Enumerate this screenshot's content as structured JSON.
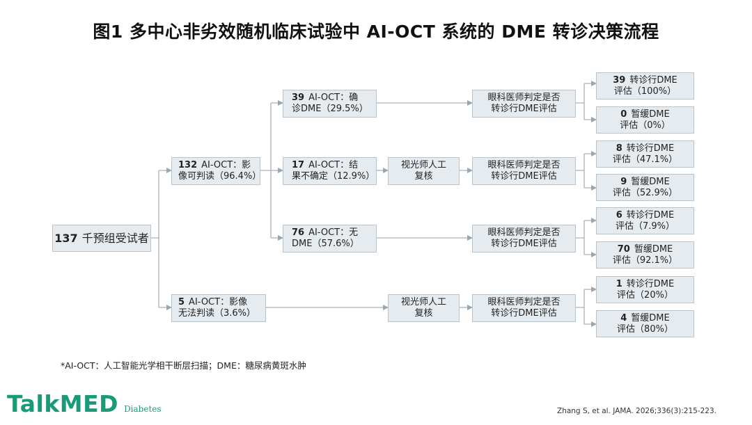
{
  "title": "图1 多中心非劣效随机临床试验中 AI-OCT 系统的 DME 转诊决策流程",
  "nodes": {
    "root": {
      "num": "137",
      "text": "千预组受试者"
    },
    "readable": {
      "num": "132",
      "l1": "AI-OCT：影",
      "l2": "像可判读（96.4%）"
    },
    "unreadable": {
      "num": "5",
      "l1": "AI-OCT：影像",
      "l2": "无法判读（3.6%）"
    },
    "confirmed": {
      "num": "39",
      "l1": "AI-OCT：确",
      "l2": "诊DME（29.5%）"
    },
    "uncertain": {
      "num": "17",
      "l1": "AI-OCT：结",
      "l2": "果不确定（12.9%）"
    },
    "nodme": {
      "num": "76",
      "l1": "AI-OCT：无",
      "l2": "DME（57.6%）"
    },
    "optom1": {
      "l1": "视光师人工",
      "l2": "复核"
    },
    "optom2": {
      "l1": "视光师人工",
      "l2": "复核"
    },
    "oph1": {
      "l1": "眼科医师判定是否",
      "l2": "转诊行DME评估"
    },
    "oph2": {
      "l1": "眼科医师判定是否",
      "l2": "转诊行DME评估"
    },
    "oph3": {
      "l1": "眼科医师判定是否",
      "l2": "转诊行DME评估"
    },
    "oph4": {
      "l1": "眼科医师判定是否",
      "l2": "转诊行DME评估"
    },
    "r1": {
      "num": "39",
      "l1": "转诊行DME",
      "l2": "评估（100%）"
    },
    "r2": {
      "num": "0",
      "l1": "暂缓DME",
      "l2": "评估（0%）"
    },
    "r3": {
      "num": "8",
      "l1": "转诊行DME",
      "l2": "评估（47.1%）"
    },
    "r4": {
      "num": "9",
      "l1": "暂缓DME",
      "l2": "评估（52.9%）"
    },
    "r5": {
      "num": "6",
      "l1": "转诊行DME",
      "l2": "评估（7.9%）"
    },
    "r6": {
      "num": "70",
      "l1": "暂缓DME",
      "l2": "评估（92.1%）"
    },
    "r7": {
      "num": "1",
      "l1": "转诊行DME",
      "l2": "评估（20%）"
    },
    "r8": {
      "num": "4",
      "l1": "暂缓DME",
      "l2": "评估（80%）"
    }
  },
  "footnote": "*AI-OCT：人工智能光学相干断层扫描；DME：糖尿病黄斑水肿",
  "logo": {
    "main": "TalkMED",
    "sub": "Diabetes"
  },
  "citation": "Zhang S,  et al. JAMA. 2026;336(3):215-223."
}
